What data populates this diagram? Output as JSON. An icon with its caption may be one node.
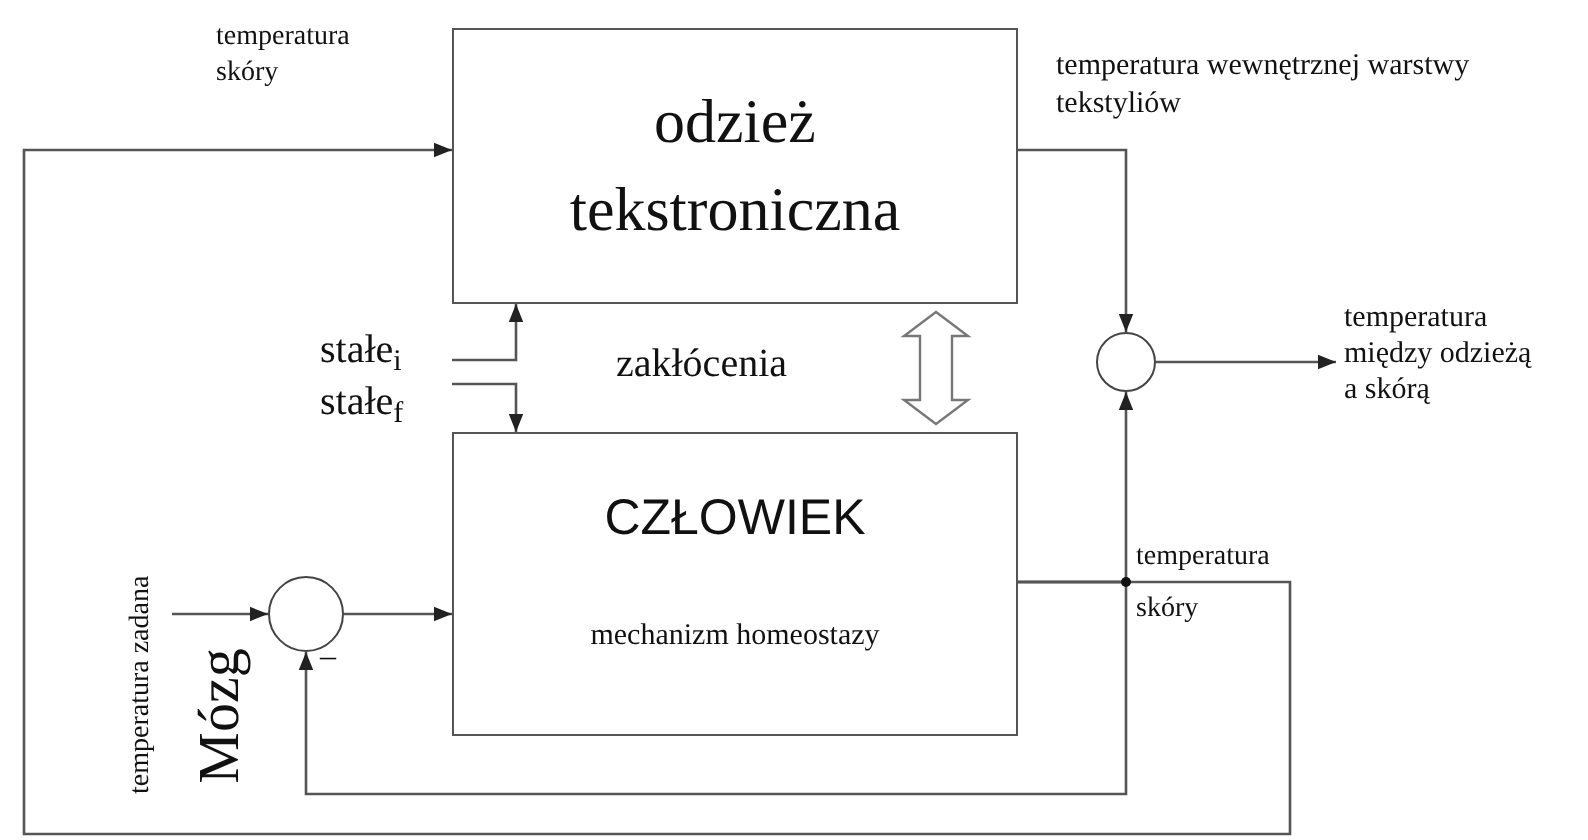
{
  "diagram": {
    "nodes": [
      {
        "text": [
          "odzież tekstroniczna"
        ]
      },
      {
        "text": [
          "CZŁOWIEK",
          "mechanizm homeostazy"
        ]
      },
      {
        "text": [],
        "shape": "circle"
      },
      {
        "text": [],
        "shape": "circle"
      },
      {
        "text": [
          "temperatura między odzieżą a skórą"
        ]
      },
      {
        "text": [
          "temperatura zadana"
        ]
      },
      {
        "text": [
          "stałe$_{i}$"
        ]
      },
      {
        "text": [
          "stałe$_{f}$"
        ]
      }
    ],
    "edges": [
      {
        "from": 0,
        "to": 2,
        "arrow": "to",
        "label": "temperatura wewnętrznej warstwy tekstyliów"
      },
      {
        "from": 2,
        "to": 4,
        "arrow": "to"
      },
      {
        "from": 1,
        "to": 2,
        "arrow": "to",
        "label": "temperatura skóry"
      },
      {
        "from": 1,
        "to": 3,
        "arrow": "to"
      },
      {
        "from": 1,
        "to": 0,
        "arrow": "to",
        "label": "temperatura skóry"
      },
      {
        "from": 5,
        "to": 3,
        "arrow": "to"
      },
      {
        "from": 3,
        "to": 1,
        "arrow": "to"
      },
      {
        "from": 6,
        "to": 0,
        "arrow": "to"
      },
      {
        "from": 7,
        "to": 1,
        "arrow": "to"
      },
      {
        "from": 0,
        "to": 1,
        "arrow": "both",
        "style": "thick",
        "label": "zakłócenia"
      }
    ],
    "labels": [
      "Mózg",
      "–"
    ]
  }
}
